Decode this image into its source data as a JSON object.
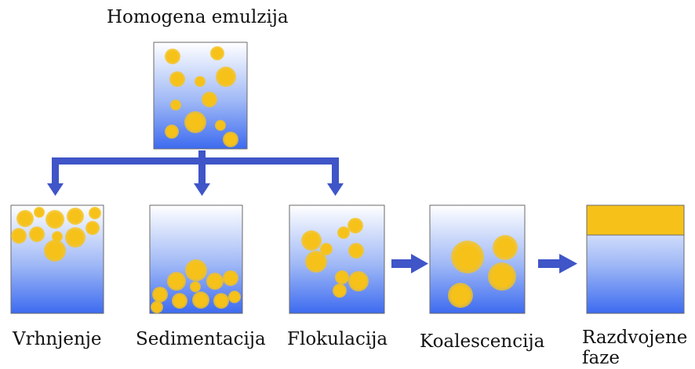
{
  "title": "Homogena emulzija",
  "stages": [
    {
      "id": "vrhnjenje",
      "label": "Vrhnjenje"
    },
    {
      "id": "sedimentacija",
      "label": "Sedimentacija"
    },
    {
      "id": "flokulacija",
      "label": "Flokulacija"
    },
    {
      "id": "koalescencija",
      "label": "Koalescencija"
    },
    {
      "id": "razdvojene",
      "label": "Razdvojene faze"
    }
  ],
  "colors": {
    "droplet": "#f6c21a",
    "liquid_top": "#ffffff",
    "liquid_bottom": "#3d6bf0",
    "arrow": "#3f55c8",
    "box_border": "#6a6a6a"
  }
}
